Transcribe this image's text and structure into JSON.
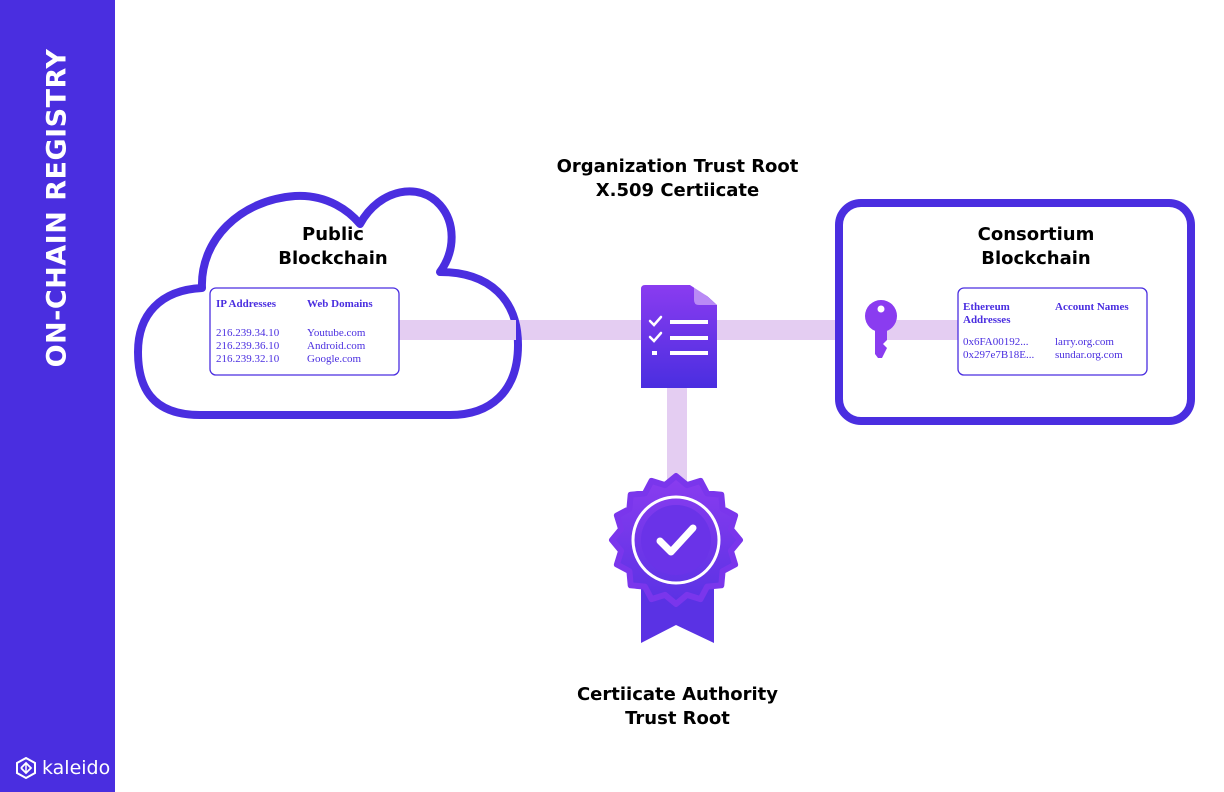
{
  "sidebar": {
    "title": "ON-CHAIN REGISTRY",
    "logo_text": "kaleido"
  },
  "labels": {
    "org_root_line1": "Organization Trust Root",
    "org_root_line2": "X.509 Certiicate",
    "public_line1": "Public",
    "public_line2": "Blockchain",
    "consortium_line1": "Consortium",
    "consortium_line2": "Blockchain",
    "ca_line1": "Certiicate Authority",
    "ca_line2": "Trust Root"
  },
  "public_table": {
    "headers": [
      "IP Addresses",
      "Web Domains"
    ],
    "rows": [
      [
        "216.239.34.10",
        "Youtube.com"
      ],
      [
        "216.239.36.10",
        "Android.com"
      ],
      [
        "216.239.32.10",
        "Google.com"
      ]
    ]
  },
  "consortium_table": {
    "headers": [
      "Ethereum Addresses",
      "Account Names"
    ],
    "header_line1": "Ethereum",
    "header_line2": "Addresses",
    "rows": [
      [
        "0x6FA00192...",
        "larry.org.com"
      ],
      [
        "0x297e7B18E...",
        "sundar.org.com"
      ]
    ]
  },
  "colors": {
    "primary": "#4a2ee0",
    "connector": "#e4cdf2",
    "accent_purple": "#8a3cf0"
  },
  "icons": [
    "kaleido-logo-icon",
    "certificate-document-icon",
    "key-icon",
    "award-badge-icon",
    "checkmark-icon"
  ]
}
